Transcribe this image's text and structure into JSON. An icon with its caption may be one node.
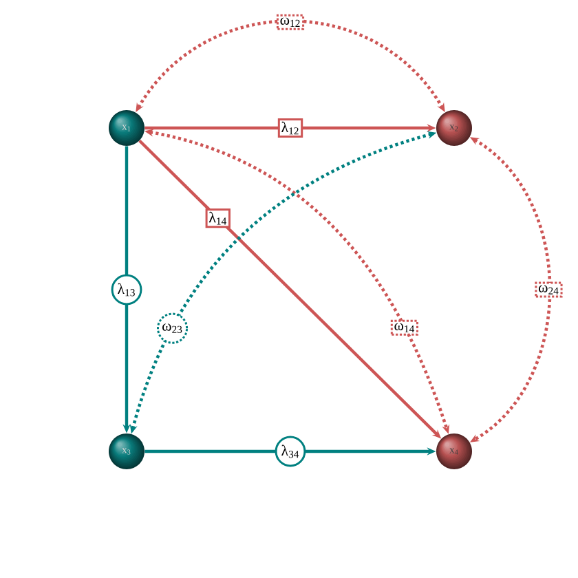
{
  "diagram": {
    "nodes": [
      {
        "text": [
          "x$_{1}$"
        ]
      },
      {
        "text": [
          "x$_{2}$"
        ]
      },
      {
        "text": [
          "x$_{3}$"
        ]
      },
      {
        "text": [
          "x$_{4}$"
        ]
      }
    ],
    "edges": [
      {
        "from": 0,
        "to": 1,
        "arrow": "to",
        "label": "λ$_{12}$"
      },
      {
        "from": 0,
        "to": 3,
        "arrow": "to",
        "label": "λ$_{14}$"
      },
      {
        "from": 0,
        "to": 2,
        "arrow": "to",
        "label": "λ$_{13}$",
        "color": "#008080"
      },
      {
        "from": 2,
        "to": 3,
        "arrow": "to",
        "label": "λ$_{34}$",
        "color": "#008080"
      },
      {
        "from": 0,
        "to": 1,
        "arrow": "both",
        "label": "ω$_{12}$",
        "style": "dashed"
      },
      {
        "from": 0,
        "to": 3,
        "arrow": "both",
        "label": "ω$_{14}$",
        "style": "dashed"
      },
      {
        "from": 1,
        "to": 2,
        "arrow": "both",
        "label": "ω$_{23}$",
        "style": "dashed",
        "color": "#008080"
      },
      {
        "from": 1,
        "to": 3,
        "arrow": "both",
        "label": "ω$_{24}$",
        "style": "dashed"
      }
    ]
  }
}
